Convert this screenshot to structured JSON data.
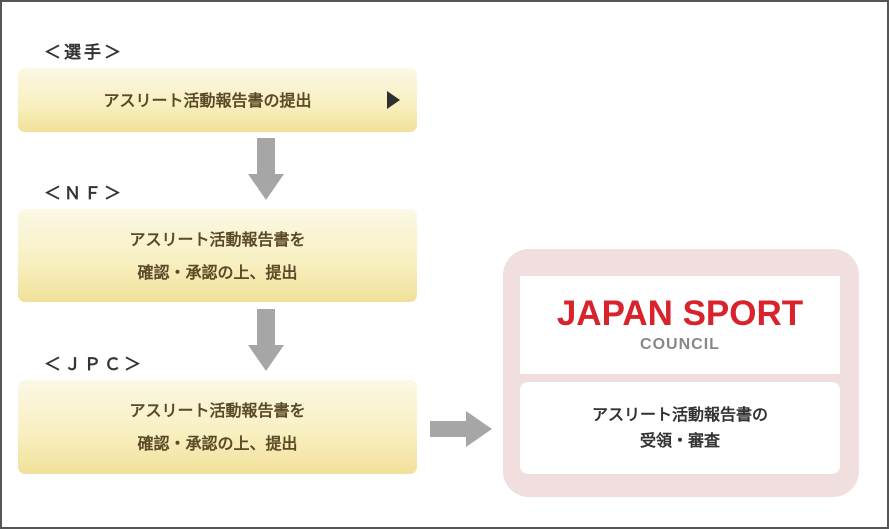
{
  "sections": {
    "athlete": {
      "label": "＜選手＞",
      "box_lines": [
        "アスリート活動報告書の提出"
      ]
    },
    "nf": {
      "label": "＜ＮＦ＞",
      "box_lines": [
        "アスリート活動報告書を",
        "確認・承認の上、提出"
      ]
    },
    "jpc": {
      "label": "＜ＪＰＣ＞",
      "box_lines": [
        "アスリート活動報告書を",
        "確認・承認の上、提出"
      ]
    }
  },
  "jsc": {
    "logo_main": "JAPAN SPORT",
    "logo_sub": "COUNCIL",
    "review_lines": [
      "アスリート活動報告書の",
      "受領・審査"
    ]
  },
  "colors": {
    "box_gradient_top": "#fbf8e6",
    "box_gradient_bottom": "#f1e09a",
    "box_text": "#5b4a27",
    "arrow": "#a6a6a6",
    "panel": "#f1dede",
    "logo_red": "#d8222c",
    "logo_gray": "#888888"
  },
  "icons": {
    "submit_marker": "play-triangle-icon",
    "flow_arrows": "arrow-icon"
  }
}
